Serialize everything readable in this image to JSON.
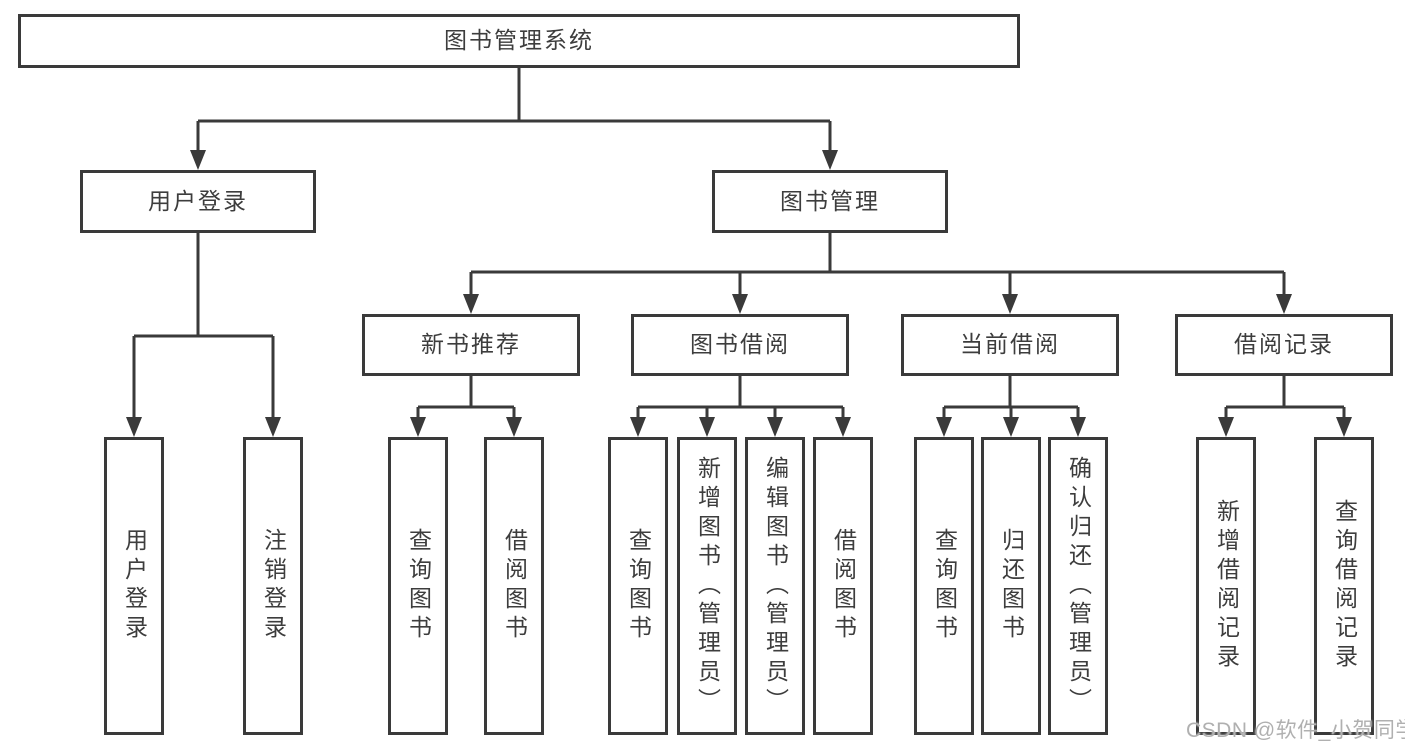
{
  "diagram": {
    "root": "图书管理系统",
    "branches": {
      "user_login": {
        "label": "用户登录",
        "children": [
          "用户登录",
          "注销登录"
        ]
      },
      "book_management": {
        "label": "图书管理",
        "sections": {
          "new_book_recommend": {
            "label": "新书推荐",
            "children": [
              "查询图书",
              "借阅图书"
            ]
          },
          "book_borrow": {
            "label": "图书借阅",
            "children": [
              "查询图书",
              "新增图书（管理员）",
              "编辑图书（管理员）",
              "借阅图书"
            ]
          },
          "current_borrow": {
            "label": "当前借阅",
            "children": [
              "查询图书",
              "归还图书",
              "确认归还（管理员）"
            ]
          },
          "borrow_records": {
            "label": "借阅记录",
            "children": [
              "新增借阅记录",
              "查询借阅记录"
            ]
          }
        }
      }
    }
  },
  "watermark": "CSDN @软件_小贺同学",
  "colors": {
    "line": "#3a3a3a",
    "text": "#3d3d3d",
    "box_fill": "#ffffff",
    "watermark": "#b0b0b0",
    "background": "#ffffff"
  }
}
